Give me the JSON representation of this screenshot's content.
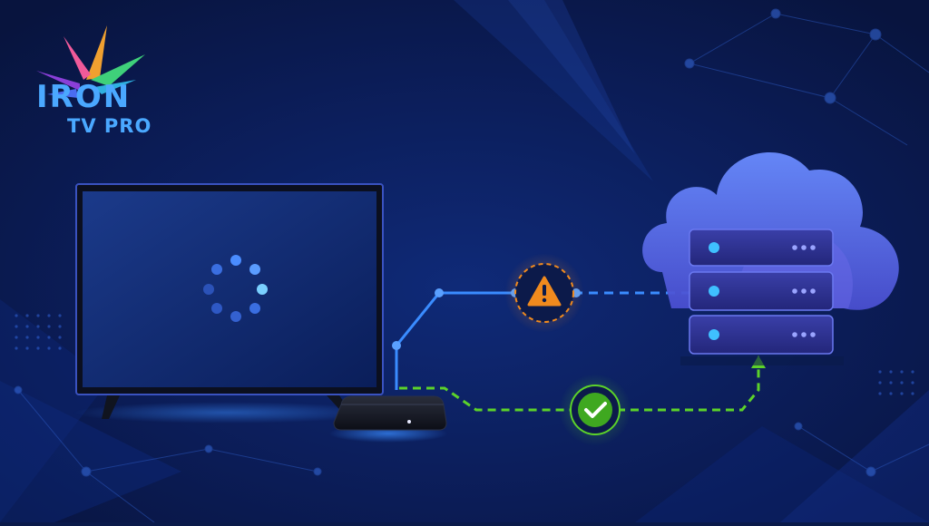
{
  "brand": {
    "line1": "IRON",
    "line2": "TV PRO",
    "colors": [
      "#e040a0",
      "#8a3fd8",
      "#3fa0ff",
      "#3fd07a",
      "#f0a030",
      "#f05a50"
    ]
  },
  "scene": {
    "background": "#0a1a4a",
    "accent_blue": "#3a8cff",
    "warning_color": "#f08a1e",
    "success_color": "#5cd22a",
    "cloud_color": "#5b6fe8"
  },
  "icons": {
    "tv": "tv-icon",
    "spinner": "loading-spinner-icon",
    "set_top_box": "set-top-box-icon",
    "warning": "warning-icon",
    "check": "checkmark-icon",
    "server": "server-icon",
    "cloud": "cloud-icon"
  },
  "connections": {
    "failed_path": "warning",
    "working_path": "success"
  }
}
